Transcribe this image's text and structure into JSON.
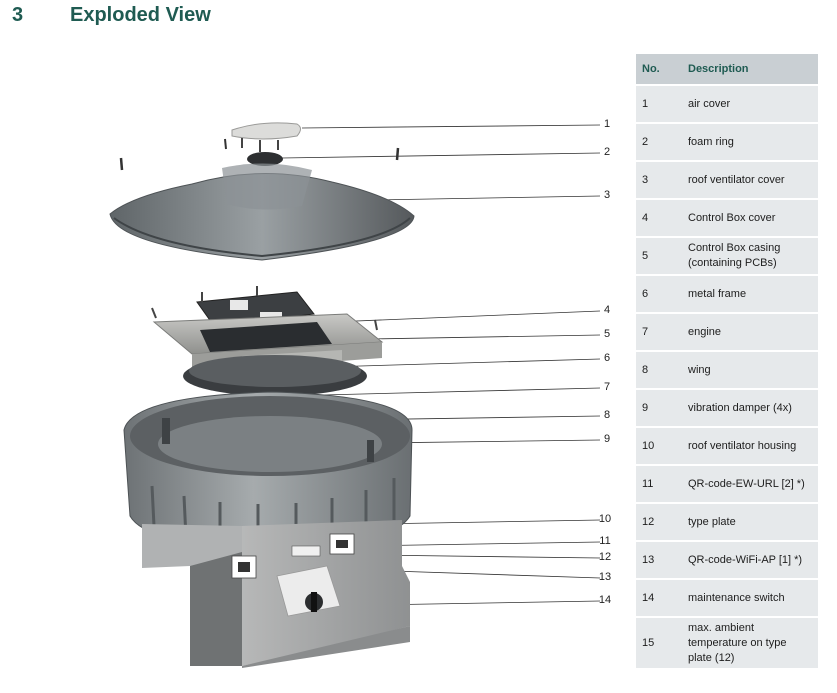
{
  "heading": {
    "number": "3",
    "title": "Exploded View"
  },
  "table": {
    "headers": {
      "no": "No.",
      "description": "Description"
    },
    "rows": [
      {
        "no": "1",
        "description": "air cover"
      },
      {
        "no": "2",
        "description": "foam ring"
      },
      {
        "no": "3",
        "description": "roof ventilator cover"
      },
      {
        "no": "4",
        "description": "Control Box cover"
      },
      {
        "no": "5",
        "description": "Control Box casing (containing PCBs)"
      },
      {
        "no": "6",
        "description": "metal frame"
      },
      {
        "no": "7",
        "description": "engine"
      },
      {
        "no": "8",
        "description": "wing"
      },
      {
        "no": "9",
        "description": "vibration damper (4x)"
      },
      {
        "no": "10",
        "description": "roof ventilator housing"
      },
      {
        "no": "11",
        "description": "QR-code-EW-URL [2] *)"
      },
      {
        "no": "12",
        "description": "type plate"
      },
      {
        "no": "13",
        "description": "QR-code-WiFi-AP [1] *)"
      },
      {
        "no": "14",
        "description": "maintenance switch"
      },
      {
        "no": "15",
        "description": "max. ambient temperature on type plate (12)"
      }
    ]
  },
  "callouts": [
    "1",
    "2",
    "3",
    "4",
    "5",
    "6",
    "7",
    "8",
    "9",
    "10",
    "11",
    "12",
    "13",
    "14"
  ],
  "colors": {
    "heading": "#1f5b52",
    "header_bg": "#c9cfd3",
    "row_bg": "#e6e9eb"
  }
}
